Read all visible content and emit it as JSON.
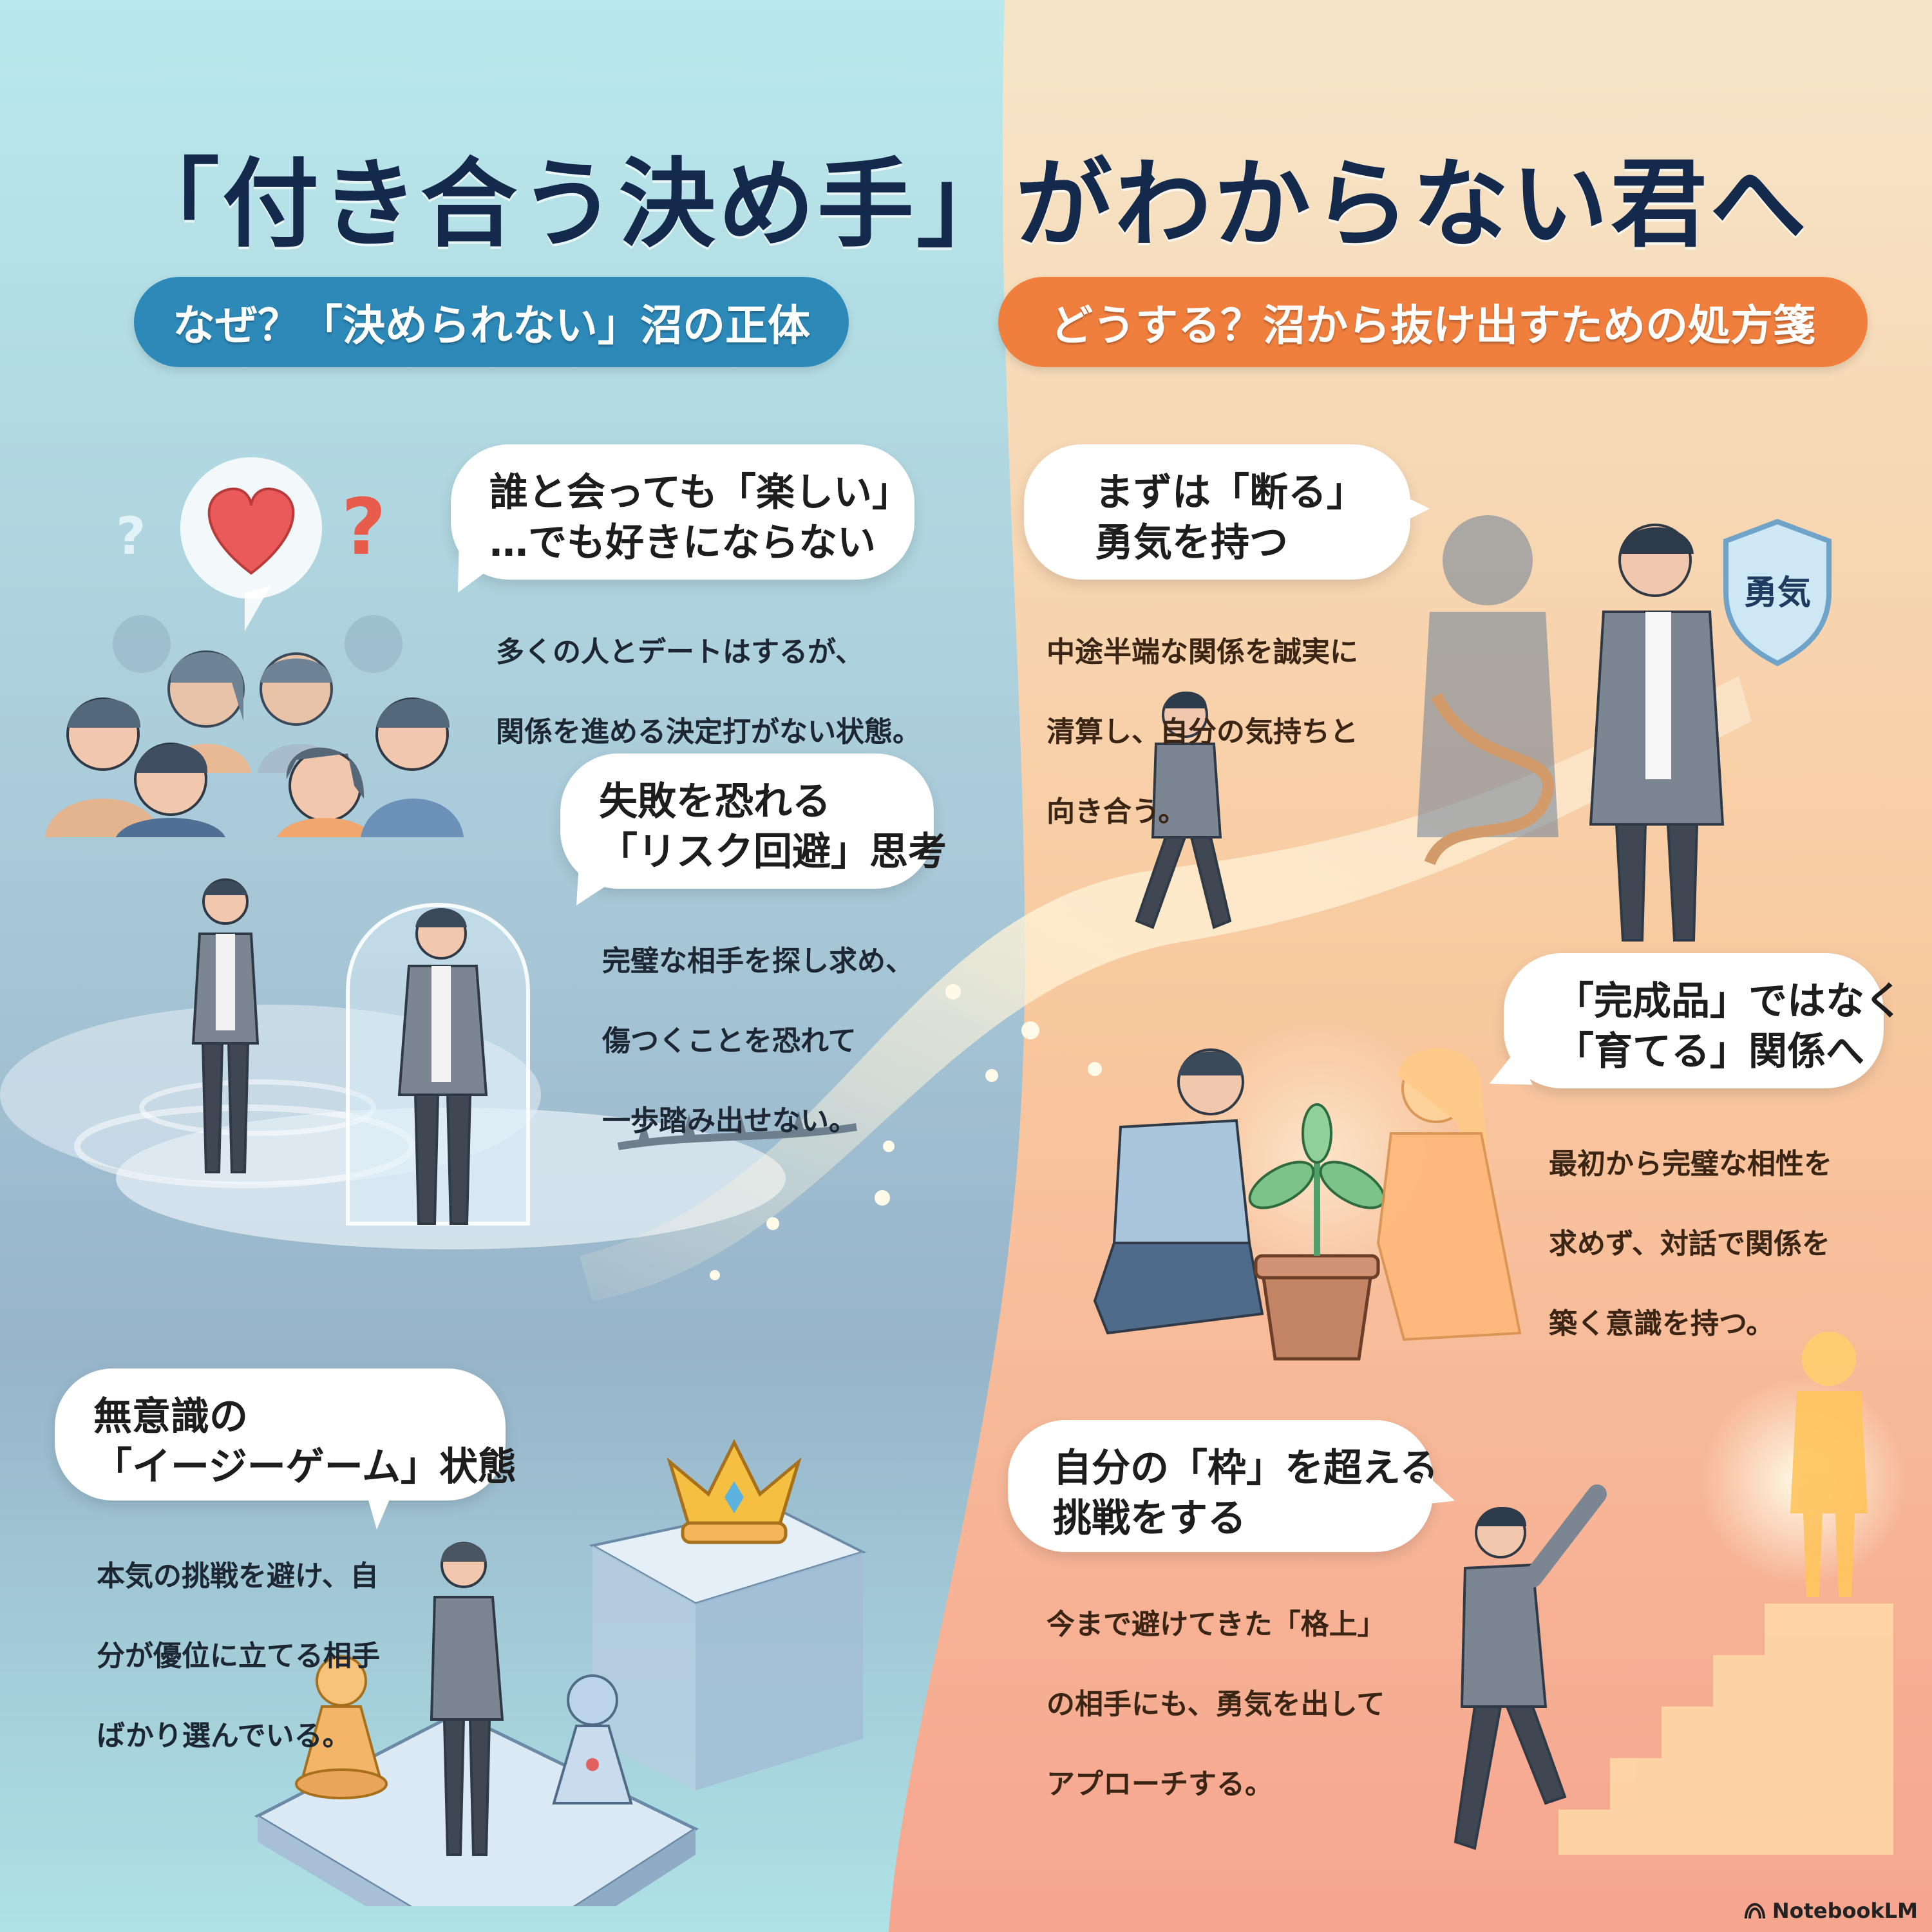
{
  "title": "「付き合う決め手」がわからない君へ",
  "sections": {
    "left": {
      "heading": "なぜ？「決められない」沼の正体",
      "color": "#2d89b8",
      "cards": [
        {
          "title_lines": [
            "誰と会っても「楽しい」",
            "…でも好きにならない"
          ],
          "desc_lines": [
            "多くの人とデートはするが、",
            "関係を進める決定打がない状態。"
          ]
        },
        {
          "title_lines": [
            "失敗を恐れる",
            "「リスク回避」思考"
          ],
          "desc_lines": [
            "完璧な相手を探し求め、",
            "傷つくことを恐れて",
            "一歩踏み出せない。"
          ]
        },
        {
          "title_lines": [
            "無意識の",
            "「イージーゲーム」状態"
          ],
          "desc_lines": [
            "本気の挑戦を避け、自",
            "分が優位に立てる相手",
            "ばかり選んでいる。"
          ]
        }
      ]
    },
    "right": {
      "heading": "どうする？沼から抜け出すための処方箋",
      "color": "#f07f3e",
      "cards": [
        {
          "title_lines": [
            "まずは「断る」",
            "勇気を持つ"
          ],
          "desc_lines": [
            "中途半端な関係を誠実に",
            "清算し、自分の気持ちと",
            "向き合う。"
          ]
        },
        {
          "title_lines": [
            "「完成品」ではなく",
            "「育てる」関係へ"
          ],
          "desc_lines": [
            "最初から完璧な相性を",
            "求めず、対話で関係を",
            "築く意識を持つ。"
          ]
        },
        {
          "title_lines": [
            "自分の「枠」を超える",
            "挑戦をする"
          ],
          "desc_lines": [
            "今まで避けてきた「格上」",
            "の相手にも、勇気を出して",
            "アプローチする。"
          ]
        }
      ]
    }
  },
  "illustrations": {
    "shield_label": "勇気",
    "question_marks": [
      "?",
      "?"
    ]
  },
  "branding": {
    "label": "NotebookLM"
  }
}
